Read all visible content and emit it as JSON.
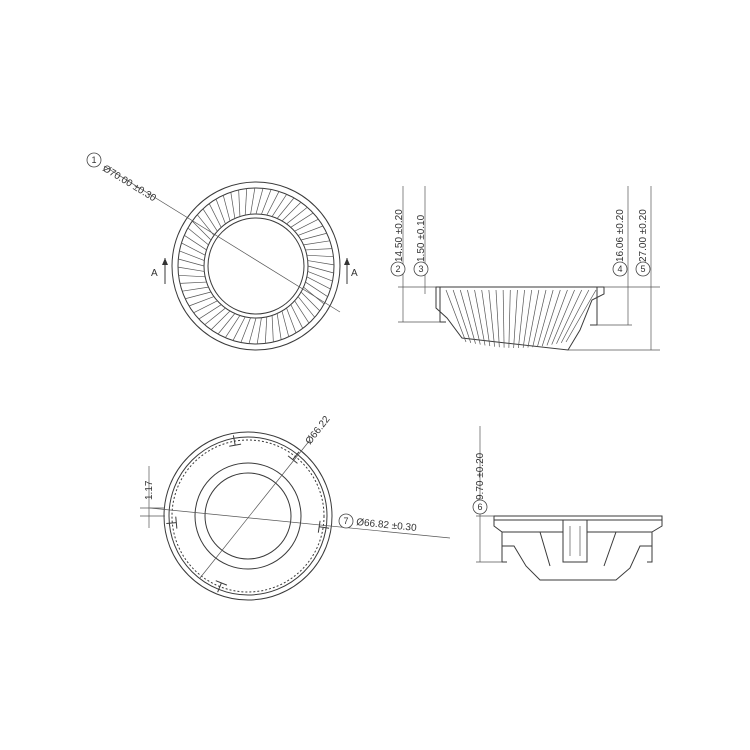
{
  "views": {
    "top_view": {
      "section_label_left": "A",
      "section_label_right": "A"
    },
    "bottom_view": {},
    "side_view": {},
    "section_view": {}
  },
  "callouts": [
    {
      "id": "1",
      "text": "Ø70.00 ±0.30"
    },
    {
      "id": "2",
      "text": "14.50 ±0.20"
    },
    {
      "id": "3",
      "text": "1.50 ±0.10"
    },
    {
      "id": "4",
      "text": "16.06 ±0.20"
    },
    {
      "id": "5",
      "text": "27.00 ±0.20"
    },
    {
      "id": "6",
      "text": "9.70 ±0.20"
    },
    {
      "id": "7",
      "text": "Ø66.82 ±0.30"
    }
  ],
  "dimensions": {
    "inner_diameter": "Ø66.22",
    "lip_height": "1.17"
  }
}
